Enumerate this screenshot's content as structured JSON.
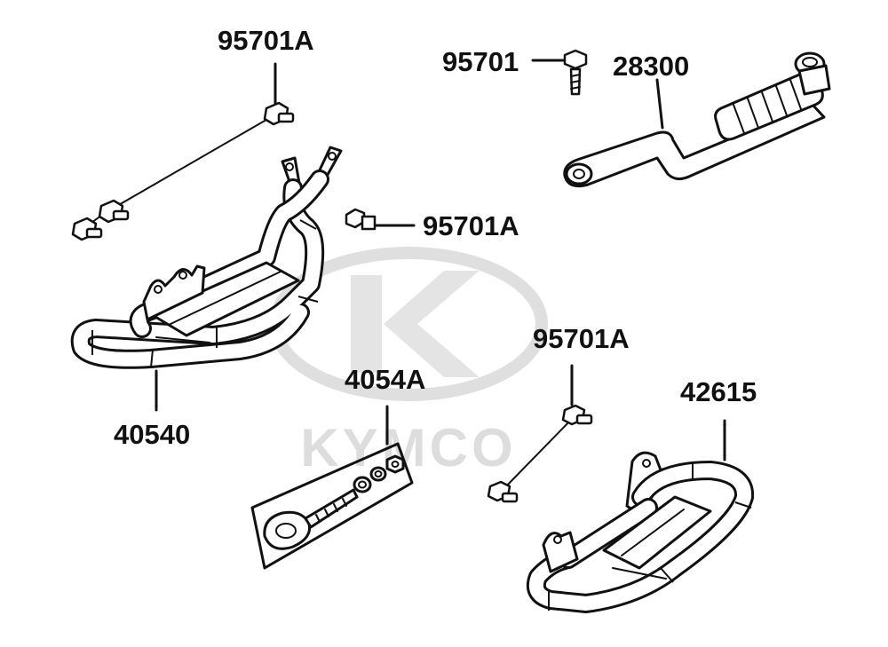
{
  "watermark": {
    "brand": "KYMCO",
    "logo_icon": "kymco-logo-icon"
  },
  "labels": {
    "bolt_top_left": "95701A",
    "bolt_top_right": "95701",
    "kick_lever": "28300",
    "bolt_middle": "95701A",
    "bolt_lower_right": "95701A",
    "footrest_left": "40540",
    "eye_bolt_kit": "4054A",
    "footrest_right": "42615"
  },
  "colors": {
    "line": "#111111",
    "watermark": "#d8d8d8",
    "background": "#ffffff"
  }
}
